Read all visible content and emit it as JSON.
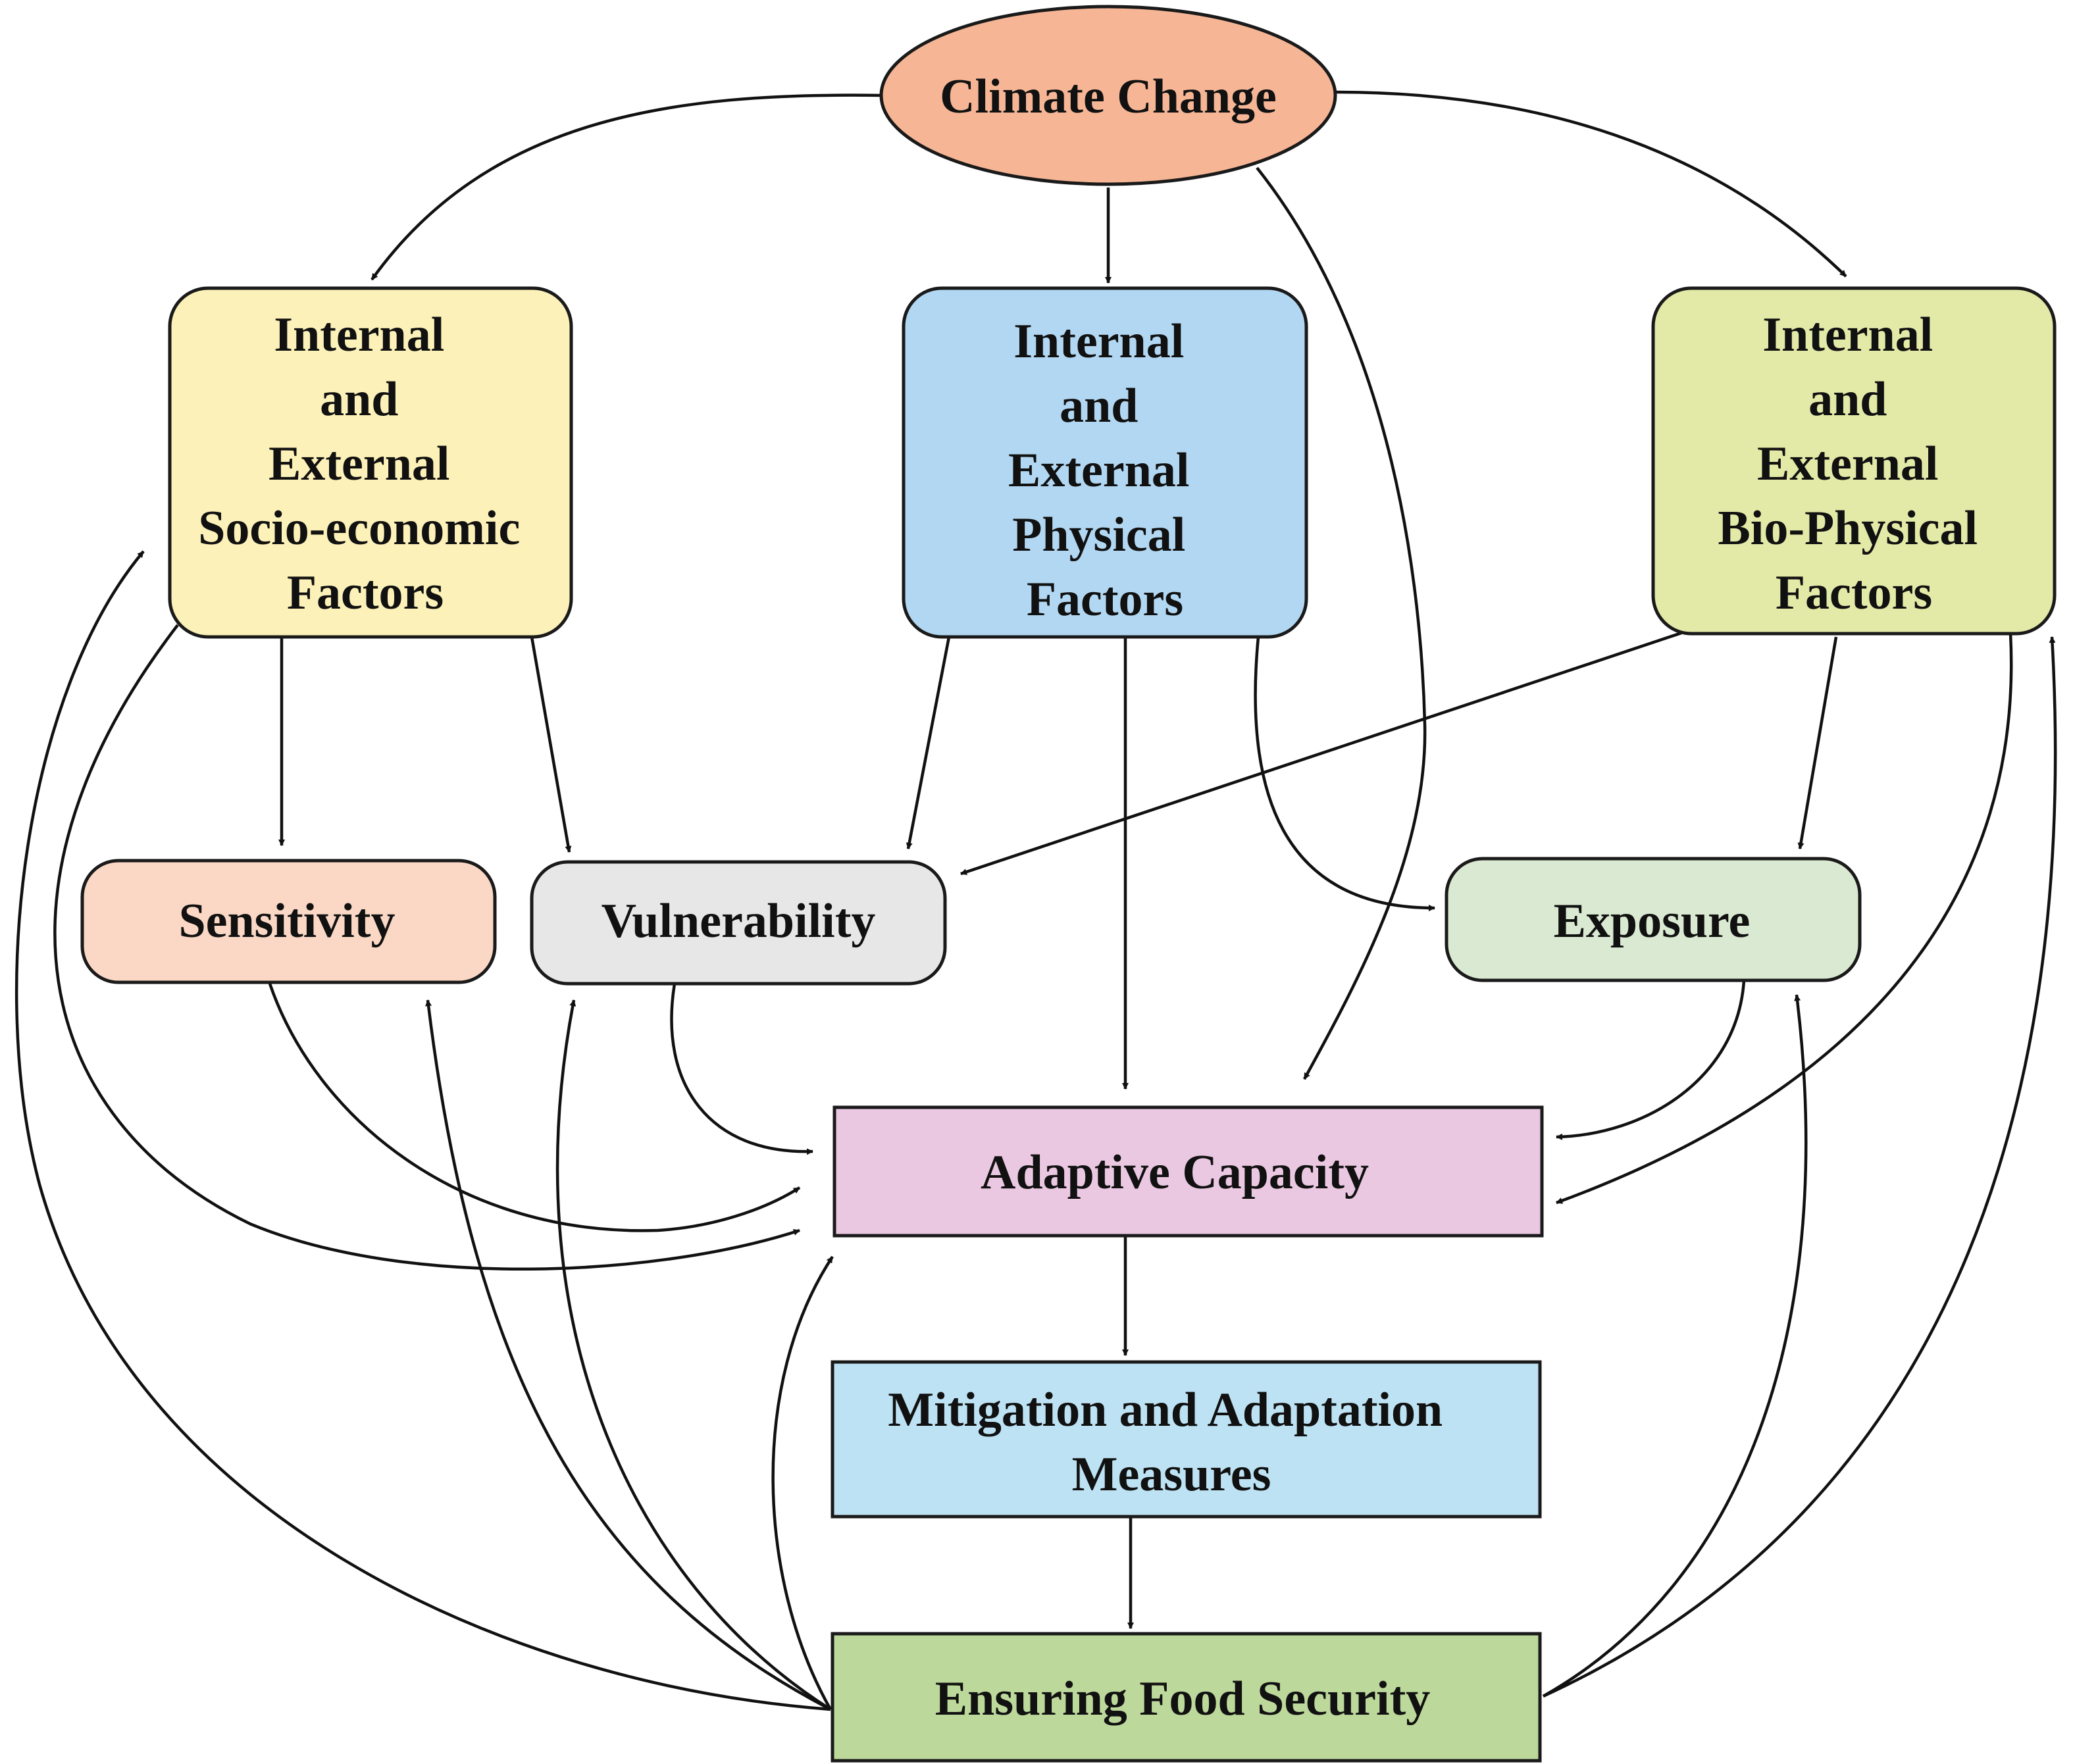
{
  "diagram": {
    "nodes": {
      "climate_change": {
        "lines": [
          "Climate Change"
        ],
        "fill": "#f6b696"
      },
      "socio_economic": {
        "lines": [
          "Internal",
          "and",
          "External",
          "Socio-economic",
          "Factors"
        ],
        "fill": "#fcf1b8"
      },
      "physical": {
        "lines": [
          "Internal",
          "and",
          "External",
          "Physical",
          "Factors"
        ],
        "fill": "#b2d7f2"
      },
      "bio_physical": {
        "lines": [
          "Internal",
          "and",
          "External",
          "Bio-Physical",
          "Factors"
        ],
        "fill": "#e3e9a7"
      },
      "sensitivity": {
        "lines": [
          "Sensitivity"
        ],
        "fill": "#fad8c5"
      },
      "vulnerability": {
        "lines": [
          "Vulnerability"
        ],
        "fill": "#e7e7e7"
      },
      "exposure": {
        "lines": [
          "Exposure"
        ],
        "fill": "#dae9d1"
      },
      "adaptive_capacity": {
        "lines": [
          "Adaptive Capacity"
        ],
        "fill": "#ebc8e1"
      },
      "mitigation": {
        "lines": [
          "Mitigation and Adaptation",
          "Measures"
        ],
        "fill": "#bde2f3"
      },
      "food_security": {
        "lines": [
          "Ensuring Food Security"
        ],
        "fill": "#bcd89b"
      }
    },
    "edges": [
      {
        "from": "climate_change",
        "to": "socio_economic"
      },
      {
        "from": "climate_change",
        "to": "physical"
      },
      {
        "from": "climate_change",
        "to": "bio_physical"
      },
      {
        "from": "climate_change",
        "to": "adaptive_capacity"
      },
      {
        "from": "socio_economic",
        "to": "sensitivity"
      },
      {
        "from": "socio_economic",
        "to": "vulnerability"
      },
      {
        "from": "socio_economic",
        "to": "adaptive_capacity"
      },
      {
        "from": "physical",
        "to": "vulnerability"
      },
      {
        "from": "physical",
        "to": "adaptive_capacity"
      },
      {
        "from": "physical",
        "to": "exposure"
      },
      {
        "from": "bio_physical",
        "to": "vulnerability"
      },
      {
        "from": "bio_physical",
        "to": "exposure"
      },
      {
        "from": "bio_physical",
        "to": "adaptive_capacity"
      },
      {
        "from": "sensitivity",
        "to": "adaptive_capacity"
      },
      {
        "from": "vulnerability",
        "to": "adaptive_capacity"
      },
      {
        "from": "exposure",
        "to": "adaptive_capacity"
      },
      {
        "from": "adaptive_capacity",
        "to": "mitigation"
      },
      {
        "from": "mitigation",
        "to": "food_security"
      },
      {
        "from": "food_security",
        "to": "socio_economic"
      },
      {
        "from": "food_security",
        "to": "sensitivity"
      },
      {
        "from": "food_security",
        "to": "vulnerability"
      },
      {
        "from": "food_security",
        "to": "adaptive_capacity"
      },
      {
        "from": "food_security",
        "to": "exposure"
      },
      {
        "from": "food_security",
        "to": "bio_physical"
      }
    ]
  }
}
